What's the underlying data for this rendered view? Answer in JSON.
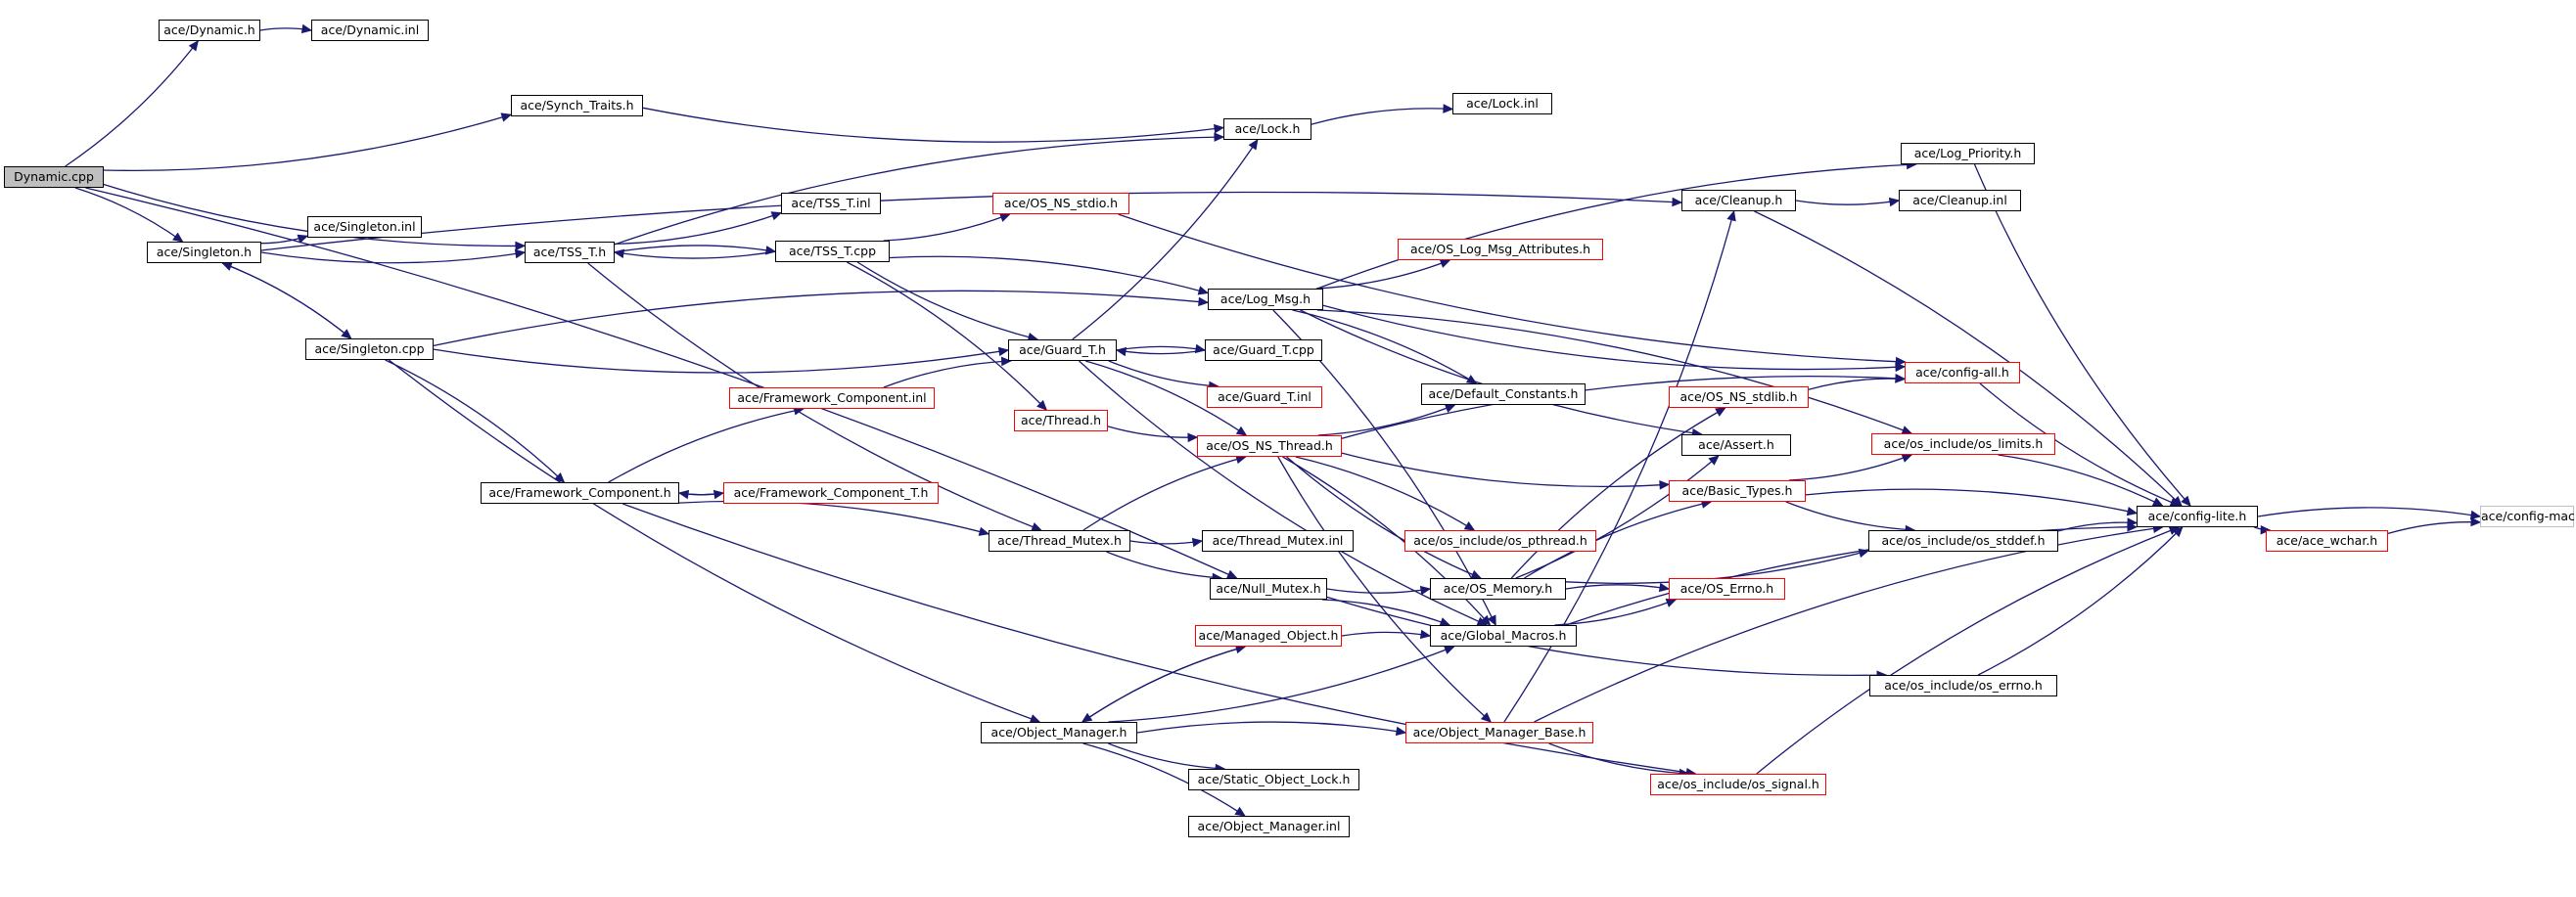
{
  "graph": {
    "colors": {
      "edge": "#191970",
      "missing_node_border": "#ff0000",
      "external_node_border": "#bfbfbf",
      "root_fill": "#bfbfbf"
    },
    "nodes": [
      {
        "id": "dynamic_cpp",
        "label": "Dynamic.cpp",
        "style": "root"
      },
      {
        "id": "dynamic_h",
        "label": "ace/Dynamic.h",
        "style": "normal"
      },
      {
        "id": "dynamic_inl",
        "label": "ace/Dynamic.inl",
        "style": "normal"
      },
      {
        "id": "synch_traits",
        "label": "ace/Synch_Traits.h",
        "style": "normal"
      },
      {
        "id": "lock_h",
        "label": "ace/Lock.h",
        "style": "normal"
      },
      {
        "id": "lock_inl",
        "label": "ace/Lock.inl",
        "style": "normal"
      },
      {
        "id": "singleton_h",
        "label": "ace/Singleton.h",
        "style": "normal"
      },
      {
        "id": "singleton_inl",
        "label": "ace/Singleton.inl",
        "style": "normal"
      },
      {
        "id": "singleton_cpp",
        "label": "ace/Singleton.cpp",
        "style": "normal"
      },
      {
        "id": "tss_t_h",
        "label": "ace/TSS_T.h",
        "style": "normal"
      },
      {
        "id": "tss_t_inl",
        "label": "ace/TSS_T.inl",
        "style": "normal"
      },
      {
        "id": "tss_t_cpp",
        "label": "ace/TSS_T.cpp",
        "style": "normal"
      },
      {
        "id": "os_ns_stdio",
        "label": "ace/OS_NS_stdio.h",
        "style": "red"
      },
      {
        "id": "log_msg",
        "label": "ace/Log_Msg.h",
        "style": "normal"
      },
      {
        "id": "log_msg_attr",
        "label": "ace/OS_Log_Msg_Attributes.h",
        "style": "red"
      },
      {
        "id": "log_priority",
        "label": "ace/Log_Priority.h",
        "style": "normal"
      },
      {
        "id": "cleanup_h",
        "label": "ace/Cleanup.h",
        "style": "normal"
      },
      {
        "id": "cleanup_inl",
        "label": "ace/Cleanup.inl",
        "style": "normal"
      },
      {
        "id": "guard_t_h",
        "label": "ace/Guard_T.h",
        "style": "normal"
      },
      {
        "id": "guard_t_cpp",
        "label": "ace/Guard_T.cpp",
        "style": "normal"
      },
      {
        "id": "guard_t_inl",
        "label": "ace/Guard_T.inl",
        "style": "red"
      },
      {
        "id": "default_constants",
        "label": "ace/Default_Constants.h",
        "style": "normal"
      },
      {
        "id": "config_all",
        "label": "ace/config-all.h",
        "style": "red"
      },
      {
        "id": "fw_comp_inl",
        "label": "ace/Framework_Component.inl",
        "style": "red"
      },
      {
        "id": "thread_h",
        "label": "ace/Thread.h",
        "style": "red"
      },
      {
        "id": "os_ns_thread",
        "label": "ace/OS_NS_Thread.h",
        "style": "red"
      },
      {
        "id": "os_ns_stdlib",
        "label": "ace/OS_NS_stdlib.h",
        "style": "red"
      },
      {
        "id": "assert_h",
        "label": "ace/Assert.h",
        "style": "normal"
      },
      {
        "id": "os_limits",
        "label": "ace/os_include/os_limits.h",
        "style": "red"
      },
      {
        "id": "fw_comp_h",
        "label": "ace/Framework_Component.h",
        "style": "normal"
      },
      {
        "id": "fw_comp_t_h",
        "label": "ace/Framework_Component_T.h",
        "style": "red"
      },
      {
        "id": "basic_types",
        "label": "ace/Basic_Types.h",
        "style": "red"
      },
      {
        "id": "config_lite",
        "label": "ace/config-lite.h",
        "style": "normal"
      },
      {
        "id": "config_macros",
        "label": "ace/config-macros.h",
        "style": "grey"
      },
      {
        "id": "thread_mutex_h",
        "label": "ace/Thread_Mutex.h",
        "style": "normal"
      },
      {
        "id": "thread_mutex_inl",
        "label": "ace/Thread_Mutex.inl",
        "style": "normal"
      },
      {
        "id": "os_pthread",
        "label": "ace/os_include/os_pthread.h",
        "style": "red"
      },
      {
        "id": "os_stddef",
        "label": "ace/os_include/os_stddef.h",
        "style": "normal"
      },
      {
        "id": "ace_wchar",
        "label": "ace/ace_wchar.h",
        "style": "red"
      },
      {
        "id": "null_mutex",
        "label": "ace/Null_Mutex.h",
        "style": "normal"
      },
      {
        "id": "os_memory",
        "label": "ace/OS_Memory.h",
        "style": "normal"
      },
      {
        "id": "os_errno_h",
        "label": "ace/OS_Errno.h",
        "style": "red"
      },
      {
        "id": "managed_object",
        "label": "ace/Managed_Object.h",
        "style": "red"
      },
      {
        "id": "global_macros",
        "label": "ace/Global_Macros.h",
        "style": "normal"
      },
      {
        "id": "os_include_errno",
        "label": "ace/os_include/os_errno.h",
        "style": "normal"
      },
      {
        "id": "object_manager_h",
        "label": "ace/Object_Manager.h",
        "style": "normal"
      },
      {
        "id": "object_manager_base",
        "label": "ace/Object_Manager_Base.h",
        "style": "red"
      },
      {
        "id": "static_object_lock",
        "label": "ace/Static_Object_Lock.h",
        "style": "normal"
      },
      {
        "id": "os_signal",
        "label": "ace/os_include/os_signal.h",
        "style": "red"
      },
      {
        "id": "object_manager_inl",
        "label": "ace/Object_Manager.inl",
        "style": "normal"
      }
    ],
    "edges": [
      [
        "dynamic_cpp",
        "dynamic_h"
      ],
      [
        "dynamic_h",
        "dynamic_inl"
      ],
      [
        "dynamic_cpp",
        "synch_traits"
      ],
      [
        "dynamic_cpp",
        "singleton_h"
      ],
      [
        "dynamic_cpp",
        "tss_t_h"
      ],
      [
        "dynamic_cpp",
        "null_mutex"
      ],
      [
        "synch_traits",
        "lock_h"
      ],
      [
        "lock_h",
        "lock_inl"
      ],
      [
        "singleton_h",
        "singleton_inl"
      ],
      [
        "singleton_h",
        "singleton_cpp"
      ],
      [
        "singleton_h",
        "tss_t_h"
      ],
      [
        "singleton_h",
        "cleanup_h"
      ],
      [
        "singleton_cpp",
        "singleton_h"
      ],
      [
        "singleton_cpp",
        "log_msg"
      ],
      [
        "singleton_cpp",
        "guard_t_h"
      ],
      [
        "singleton_cpp",
        "fw_comp_h"
      ],
      [
        "singleton_cpp",
        "object_manager_h"
      ],
      [
        "tss_t_h",
        "lock_h"
      ],
      [
        "tss_t_h",
        "tss_t_inl"
      ],
      [
        "tss_t_h",
        "tss_t_cpp"
      ],
      [
        "tss_t_h",
        "thread_mutex_h"
      ],
      [
        "tss_t_cpp",
        "tss_t_h"
      ],
      [
        "tss_t_cpp",
        "os_ns_stdio"
      ],
      [
        "tss_t_cpp",
        "log_msg"
      ],
      [
        "tss_t_cpp",
        "guard_t_h"
      ],
      [
        "tss_t_cpp",
        "thread_h"
      ],
      [
        "os_ns_stdio",
        "config_all"
      ],
      [
        "log_msg",
        "log_priority"
      ],
      [
        "log_msg",
        "log_msg_attr"
      ],
      [
        "log_msg",
        "default_constants"
      ],
      [
        "log_msg",
        "config_all"
      ],
      [
        "log_msg",
        "os_limits"
      ],
      [
        "log_msg",
        "assert_h"
      ],
      [
        "log_msg",
        "global_macros"
      ],
      [
        "guard_t_h",
        "lock_h"
      ],
      [
        "guard_t_h",
        "guard_t_cpp"
      ],
      [
        "guard_t_h",
        "guard_t_inl"
      ],
      [
        "guard_t_h",
        "os_ns_thread"
      ],
      [
        "guard_t_h",
        "global_macros"
      ],
      [
        "guard_t_cpp",
        "guard_t_h"
      ],
      [
        "cleanup_h",
        "cleanup_inl"
      ],
      [
        "cleanup_h",
        "config_lite"
      ],
      [
        "log_priority",
        "config_lite"
      ],
      [
        "fw_comp_inl",
        "guard_t_h"
      ],
      [
        "thread_h",
        "os_ns_thread"
      ],
      [
        "fw_comp_h",
        "fw_comp_inl"
      ],
      [
        "fw_comp_h",
        "fw_comp_t_h"
      ],
      [
        "fw_comp_h",
        "thread_mutex_h"
      ],
      [
        "fw_comp_h",
        "os_signal"
      ],
      [
        "fw_comp_t_h",
        "fw_comp_h"
      ],
      [
        "os_ns_thread",
        "default_constants"
      ],
      [
        "os_ns_thread",
        "config_all"
      ],
      [
        "os_ns_thread",
        "basic_types"
      ],
      [
        "os_ns_thread",
        "os_pthread"
      ],
      [
        "os_ns_thread",
        "os_memory"
      ],
      [
        "os_ns_thread",
        "global_macros"
      ],
      [
        "os_ns_thread",
        "object_manager_base"
      ],
      [
        "os_ns_stdlib",
        "config_all"
      ],
      [
        "config_all",
        "config_lite"
      ],
      [
        "os_limits",
        "config_lite"
      ],
      [
        "basic_types",
        "os_limits"
      ],
      [
        "basic_types",
        "config_lite"
      ],
      [
        "basic_types",
        "os_stddef"
      ],
      [
        "config_lite",
        "config_macros"
      ],
      [
        "config_lite",
        "ace_wchar"
      ],
      [
        "ace_wchar",
        "config_macros"
      ],
      [
        "thread_mutex_h",
        "thread_mutex_inl"
      ],
      [
        "thread_mutex_h",
        "os_ns_thread"
      ],
      [
        "thread_mutex_h",
        "null_mutex"
      ],
      [
        "os_stddef",
        "config_lite"
      ],
      [
        "null_mutex",
        "os_memory"
      ],
      [
        "null_mutex",
        "global_macros"
      ],
      [
        "null_mutex",
        "os_include_errno"
      ],
      [
        "os_memory",
        "os_ns_stdlib"
      ],
      [
        "os_memory",
        "assert_h"
      ],
      [
        "os_memory",
        "basic_types"
      ],
      [
        "os_memory",
        "os_stddef"
      ],
      [
        "os_memory",
        "os_errno_h"
      ],
      [
        "global_macros",
        "os_errno_h"
      ],
      [
        "global_macros",
        "config_lite"
      ],
      [
        "managed_object",
        "object_manager_h"
      ],
      [
        "managed_object",
        "global_macros"
      ],
      [
        "os_include_errno",
        "config_lite"
      ],
      [
        "object_manager_h",
        "managed_object"
      ],
      [
        "object_manager_h",
        "global_macros"
      ],
      [
        "object_manager_h",
        "object_manager_base"
      ],
      [
        "object_manager_h",
        "static_object_lock"
      ],
      [
        "object_manager_h",
        "object_manager_inl"
      ],
      [
        "object_manager_base",
        "cleanup_h"
      ],
      [
        "object_manager_base",
        "config_lite"
      ],
      [
        "object_manager_base",
        "os_signal"
      ],
      [
        "os_signal",
        "config_lite"
      ]
    ]
  }
}
